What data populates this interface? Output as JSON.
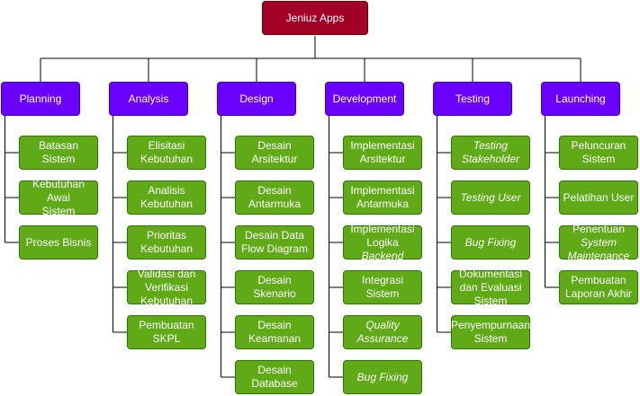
{
  "root": "Jeniuz Apps",
  "phases": [
    {
      "name": "Planning",
      "tasks": [
        {
          "lines": [
            "Batasan Sistem"
          ]
        },
        {
          "lines": [
            "Kebutuhan Awal",
            "Sistem"
          ]
        },
        {
          "lines": [
            "Proses Bisnis"
          ]
        }
      ]
    },
    {
      "name": "Analysis",
      "tasks": [
        {
          "lines": [
            "Elisitasi",
            "Kebutuhan"
          ]
        },
        {
          "lines": [
            "Analisis",
            "Kebutuhan"
          ]
        },
        {
          "lines": [
            "Prioritas",
            "Kebutuhan"
          ]
        },
        {
          "lines": [
            "Validasi dan",
            "Verifikasi",
            "Kebutuhan"
          ]
        },
        {
          "lines": [
            "Pembuatan",
            "SKPL"
          ]
        }
      ]
    },
    {
      "name": "Design",
      "tasks": [
        {
          "lines": [
            "Desain",
            "Arsitektur"
          ]
        },
        {
          "lines": [
            "Desain",
            "Antarmuka"
          ]
        },
        {
          "lines": [
            "Desain Data",
            "Flow Diagram"
          ]
        },
        {
          "lines": [
            "Desain",
            "Skenario"
          ]
        },
        {
          "lines": [
            "Desain",
            "Keamanan"
          ]
        },
        {
          "lines": [
            "Desain",
            "Database"
          ]
        }
      ]
    },
    {
      "name": "Development",
      "tasks": [
        {
          "lines": [
            "Implementasi",
            "Arsitektur"
          ]
        },
        {
          "lines": [
            "Implementasi",
            "Antarmuka"
          ]
        },
        {
          "lines": [
            "Implementasi",
            "Logika Backend"
          ]
        },
        {
          "lines": [
            "Integrasi Sistem"
          ]
        },
        {
          "lines": [
            "Quality",
            "Assurance"
          ]
        },
        {
          "lines": [
            "Bug Fixing"
          ]
        }
      ]
    },
    {
      "name": "Testing",
      "tasks": [
        {
          "lines": [
            "Testing",
            "Stakeholder"
          ]
        },
        {
          "lines": [
            "Testing User"
          ]
        },
        {
          "lines": [
            "Bug Fixing"
          ]
        },
        {
          "lines": [
            "Dokumentasi",
            "dan Evaluasi",
            "Sistem"
          ]
        },
        {
          "lines": [
            "Penyempurnaan",
            "Sistem"
          ]
        }
      ]
    },
    {
      "name": "Launching",
      "tasks": [
        {
          "lines": [
            "Peluncuran",
            "Sistem"
          ]
        },
        {
          "lines": [
            "Pelatihan User"
          ]
        },
        {
          "lines": [
            "Penentuan",
            "System",
            "Maintenance"
          ]
        },
        {
          "lines": [
            "Pembuatan",
            "Laporan Akhir"
          ]
        }
      ]
    }
  ]
}
